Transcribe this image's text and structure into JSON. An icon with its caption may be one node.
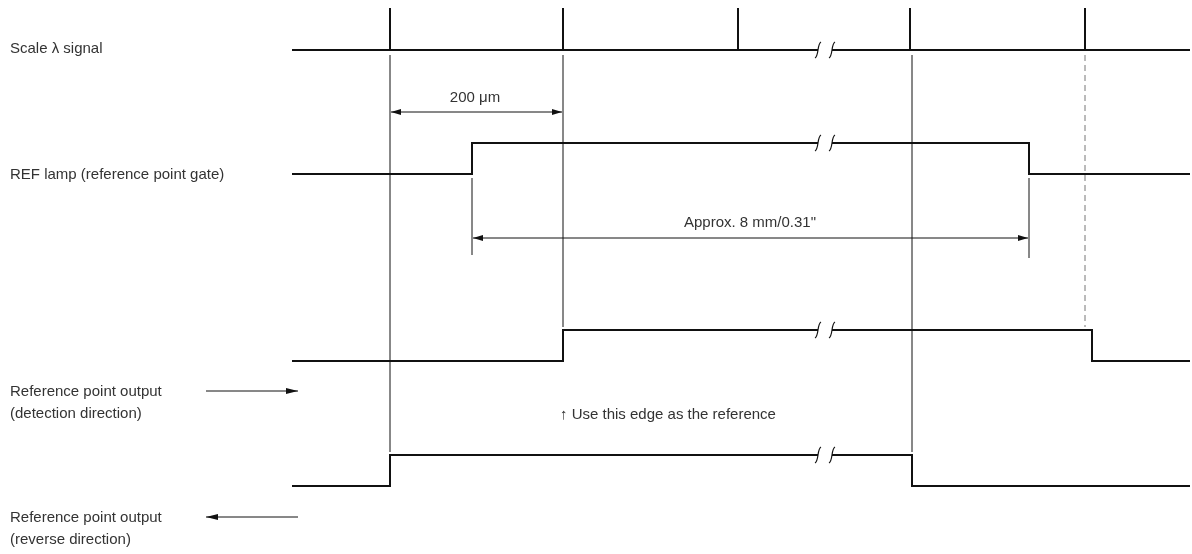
{
  "diagram": {
    "labels": [
      "Scale λ signal",
      "200 μm",
      "REF lamp (reference point gate)",
      "Approx. 8 mm/0.31\"",
      "Reference point output (detection direction)",
      "↑ Use this edge as the reference",
      "Reference point output (reverse direction)"
    ]
  }
}
